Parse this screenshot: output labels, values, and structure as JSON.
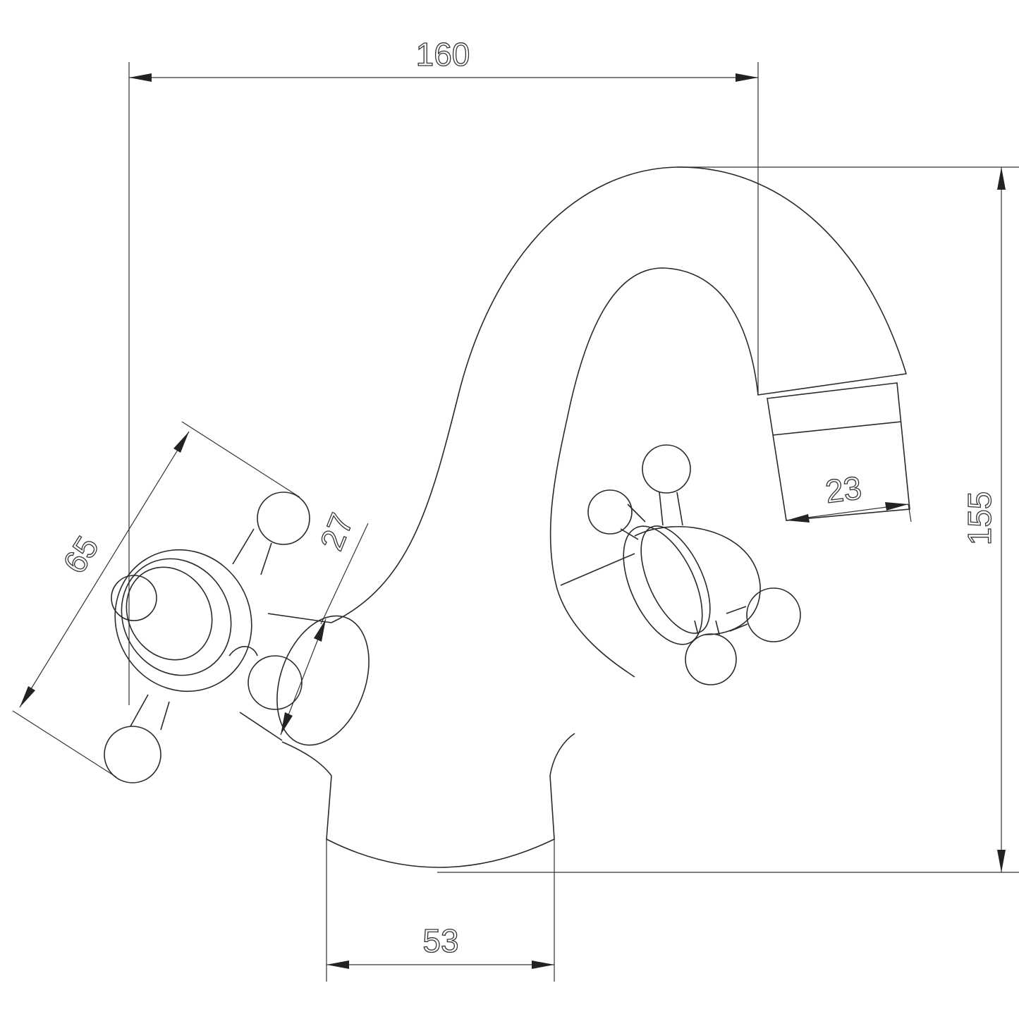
{
  "drawing": {
    "subject": "faucet",
    "units": "mm",
    "dimensions": {
      "overall_width": "160",
      "overall_height": "155",
      "base_width": "53",
      "aerator_width": "23",
      "handle_span": "65",
      "handle_depth": "27"
    },
    "colors": {
      "line": "#2a2a2a",
      "background": "#ffffff"
    }
  }
}
